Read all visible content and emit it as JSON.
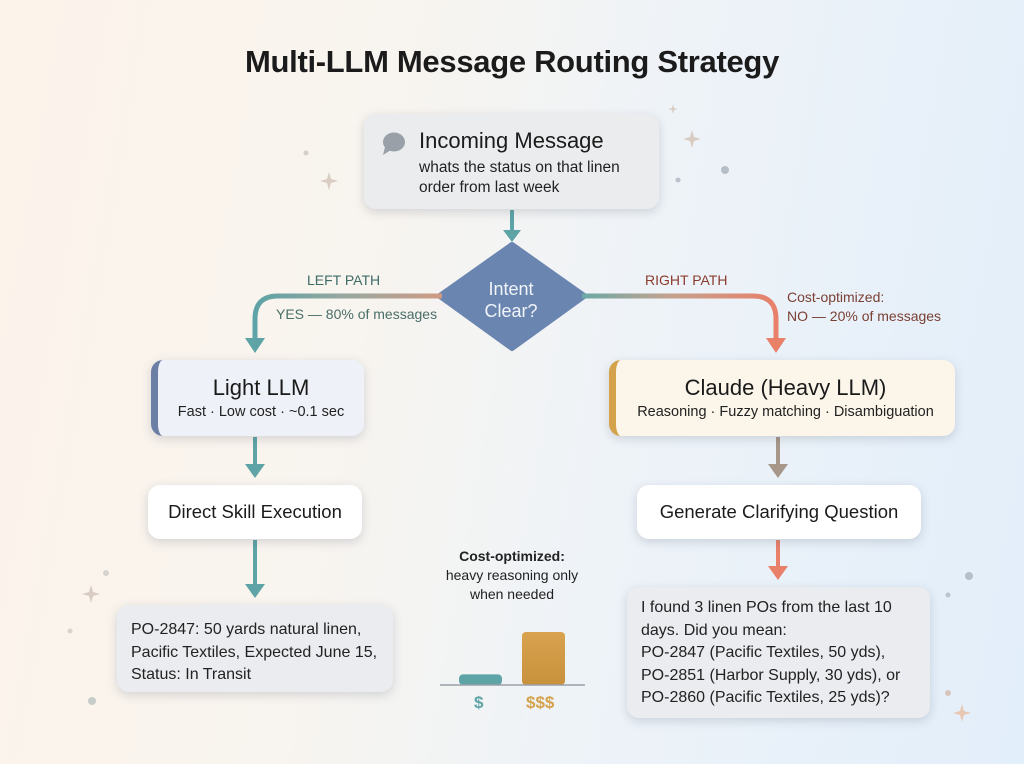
{
  "title": "Multi-LLM Message Routing Strategy",
  "incoming": {
    "icon": "speech-bubble-icon",
    "heading": "Incoming Message",
    "message": "whats the status on that linen order from last week"
  },
  "decision": {
    "line1": "Intent",
    "line2": "Clear?"
  },
  "left_path": {
    "label": "LEFT PATH",
    "condition": "YES — 80% of messages",
    "llm": {
      "heading": "Light LLM",
      "sub": "Fast · Low cost · ~0.1 sec"
    },
    "step": "Direct Skill Execution",
    "result": "PO-2847: 50 yards natural linen, Pacific Textiles, Expected June 15, Status: In Transit",
    "color": "#5ea3a6"
  },
  "right_path": {
    "label": "RIGHT PATH",
    "note": "Cost-optimized:",
    "condition": "NO — 20% of messages",
    "llm": {
      "heading": "Claude (Heavy LLM)",
      "sub": "Reasoning · Fuzzy matching · Disambiguation"
    },
    "step": "Generate Clarifying Question",
    "result_lines": [
      "I found 3 linen POs from the last 10",
      "days. Did you mean:",
      "PO-2847 (Pacific Textiles, 50 yds),",
      "PO-2851 (Harbor Supply, 30 yds), or",
      "PO-2860 (Pacific Textiles, 25 yds)?"
    ],
    "color": "#e8806a"
  },
  "cost_comparison": {
    "title": "Cost-optimized:",
    "line1": "heavy reasoning only",
    "line2": "when needed",
    "bars": [
      {
        "label": "$",
        "relative_cost": 1,
        "color": "#5ea3a6"
      },
      {
        "label": "$$$",
        "relative_cost": 5,
        "color": "#d4a24a"
      }
    ]
  }
}
